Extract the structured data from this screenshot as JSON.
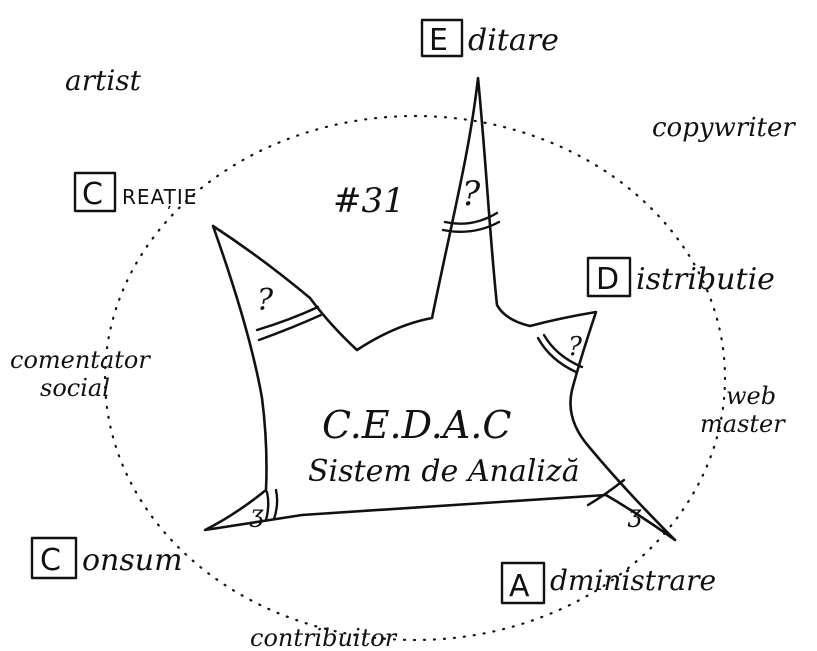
{
  "diagram": {
    "number": "#31",
    "center_title": "C.E.D.A.C",
    "center_subtitle": "Sistem de Analiză",
    "question_mark": "?",
    "question_mark_alt": "ʒ",
    "nodes": [
      {
        "letter": "E",
        "rest": "ditare"
      },
      {
        "letter": "C",
        "rest": "REAȚIE"
      },
      {
        "letter": "D",
        "rest": "istributie"
      },
      {
        "letter": "A",
        "rest": "dministrare"
      },
      {
        "letter": "C",
        "rest": "onsum"
      }
    ],
    "roles": {
      "artist": "artist",
      "copywriter": "copywriter",
      "comentator_line1": "comentator",
      "comentator_line2": "social",
      "webmaster_line1": "web",
      "webmaster_line2": "master",
      "contribuitor": "contribuitor"
    },
    "ink_color": "#111111"
  }
}
